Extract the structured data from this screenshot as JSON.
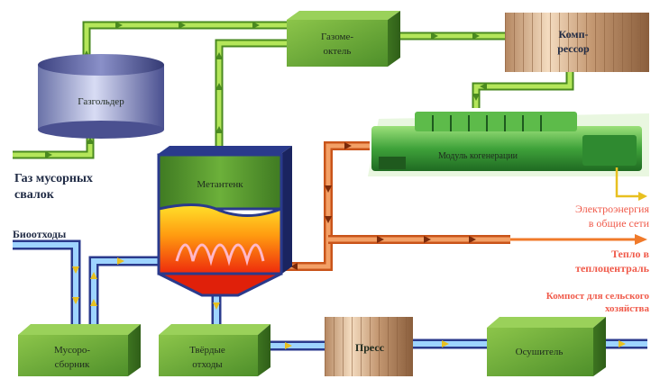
{
  "labels": {
    "gasholder": "Газгольдер",
    "gas_meter_l1": "Газоме-",
    "gas_meter_l2": "октель",
    "compressor_l1": "Комп-",
    "compressor_l2": "рессор",
    "cogeneration": "Модуль когенерации",
    "landfill_gas_l1": "Газ мусорных",
    "landfill_gas_l2": "свалок",
    "methane_tank": "Метантенк",
    "biowaste": "Биоотходы",
    "electricity_l1": "Электроэнергия",
    "electricity_l2": "в общие сети",
    "heat_l1": "Тепло в",
    "heat_l2": "теплоцентраль",
    "compost_l1": "Компост для сельского",
    "compost_l2": "хозяйства",
    "collector_l1": "Мусоро-",
    "collector_l2": "сборник",
    "solid_waste_l1": "Твёрдые",
    "solid_waste_l2": "отходы",
    "press": "Пресс",
    "dryer": "Осушитель"
  },
  "colors": {
    "box_green": "#6aa838",
    "pipe_green": "#b4e65a",
    "pipe_blue": "#9ed4ff",
    "pipe_orange": "#f07a2a",
    "accent_red": "#f05a4a"
  }
}
